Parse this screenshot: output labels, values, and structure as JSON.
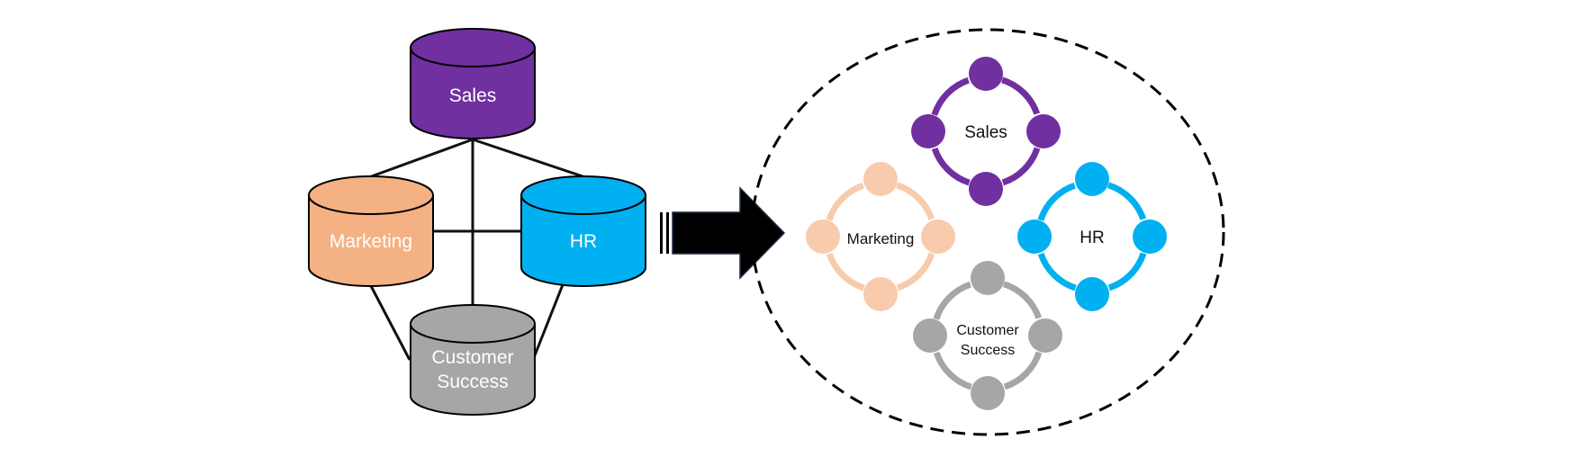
{
  "colors": {
    "sales": "#7030A0",
    "marketing": "#F4B183",
    "marketing_light": "#F8CBAD",
    "hr": "#00B0F0",
    "customer_success": "#A6A6A6",
    "outline": "#000000",
    "line": "#111111"
  },
  "silos": {
    "sales": "Sales",
    "marketing": "Marketing",
    "hr": "HR",
    "customer_success_line1": "Customer",
    "customer_success_line2": "Success"
  },
  "teams": {
    "sales": "Sales",
    "marketing": "Marketing",
    "hr": "HR",
    "customer_success_line1": "Customer",
    "customer_success_line2": "Success"
  },
  "transition_arrow_icon": "arrow-right-icon"
}
